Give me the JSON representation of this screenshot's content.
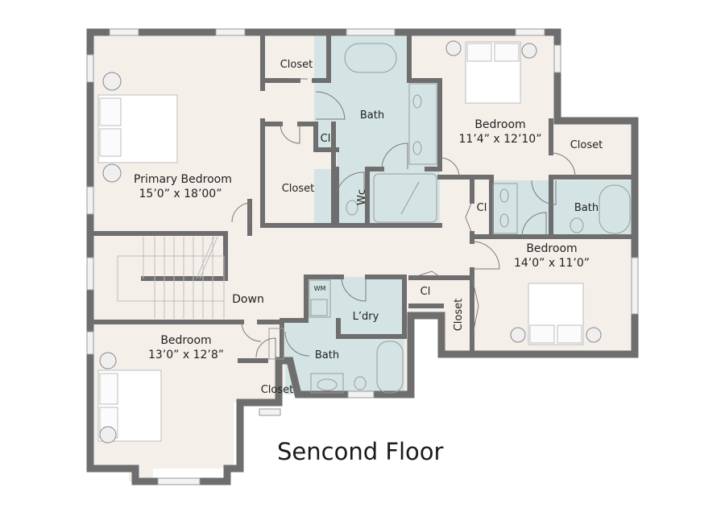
{
  "plan": {
    "title": "Sencond Floor",
    "colors": {
      "wall": "#6e6e6e",
      "floor": "#f5efea",
      "wet_area": "#d4e4e4",
      "window": "#f2f2f2",
      "fixture_line": "#9a9a9a"
    },
    "rooms": [
      {
        "id": "primary-bedroom",
        "name": "Primary Bedroom",
        "dimensions": "15’0” x 18’00”"
      },
      {
        "id": "primary-closet-top",
        "name": "Closet"
      },
      {
        "id": "primary-closet",
        "name": "Closet"
      },
      {
        "id": "primary-cl",
        "name": "Cl"
      },
      {
        "id": "primary-bath",
        "name": "Bath"
      },
      {
        "id": "primary-wc",
        "name": "Wc"
      },
      {
        "id": "bedroom-ne",
        "name": "Bedroom",
        "dimensions": "11’4” x 12’10”"
      },
      {
        "id": "closet-ne",
        "name": "Closet"
      },
      {
        "id": "cl-hall",
        "name": "Cl"
      },
      {
        "id": "bath-jack",
        "name": "Bath"
      },
      {
        "id": "bedroom-se",
        "name": "Bedroom",
        "dimensions": "14’0” x 11’0”"
      },
      {
        "id": "closet-se",
        "name": "Closet"
      },
      {
        "id": "cl-laundry",
        "name": "Cl"
      },
      {
        "id": "laundry",
        "name": "L’dry"
      },
      {
        "id": "wm",
        "name": "WM"
      },
      {
        "id": "bath-hall",
        "name": "Bath"
      },
      {
        "id": "closet-sw",
        "name": "Closet"
      },
      {
        "id": "bedroom-sw",
        "name": "Bedroom",
        "dimensions": "13’0” x 12’8”"
      },
      {
        "id": "stairs",
        "name": "Down"
      }
    ]
  }
}
